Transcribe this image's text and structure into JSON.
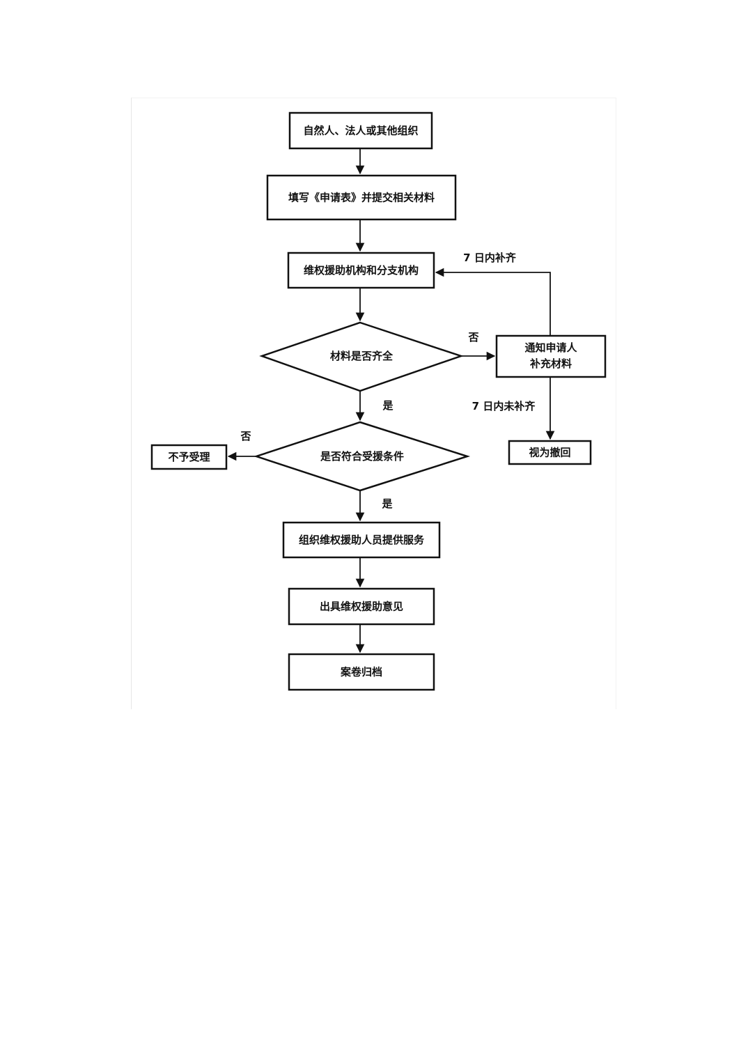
{
  "diagram": {
    "nodes": {
      "applicant": "自然人、法人或其他组织",
      "fill_form": "填写《申请表》并提交相关材料",
      "agency": "维权援助机构和分支机构",
      "materials_complete": "材料是否齐全",
      "notify_line1": "通知申请人",
      "notify_line2": "补充材料",
      "deemed_withdrawn": "视为撤回",
      "eligible": "是否符合受援条件",
      "not_accepted": "不予受理",
      "organize_service": "组织维权援助人员提供服务",
      "issue_opinion": "出具维权援助意见",
      "archive": "案卷归档"
    },
    "edge_labels": {
      "resupply_7days": "7 日内补齐",
      "no_materials": "否",
      "yes_materials": "是",
      "not_resupplied_7days": "7 日内未补齐",
      "no_eligible": "否",
      "yes_eligible": "是"
    }
  }
}
